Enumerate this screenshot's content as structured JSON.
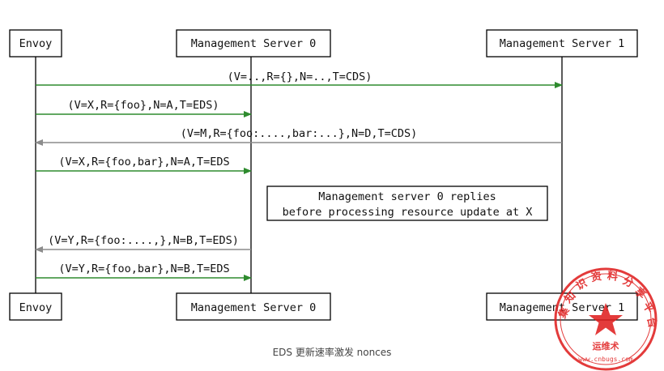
{
  "participants": {
    "envoy": "Envoy",
    "ms0": "Management Server 0",
    "ms1": "Management Server 1"
  },
  "messages": [
    {
      "label": "(V=..,R={},N=..,T=CDS)",
      "from": "envoy",
      "to": "ms1",
      "color": "#2e8b2e"
    },
    {
      "label": "(V=X,R={foo},N=A,T=EDS)",
      "from": "envoy",
      "to": "ms0",
      "color": "#2e8b2e"
    },
    {
      "label": "(V=M,R={foo:....,bar:...},N=D,T=CDS)",
      "from": "ms1",
      "to": "envoy",
      "color": "#8c8c8c"
    },
    {
      "label": "(V=X,R={foo,bar},N=A,T=EDS",
      "from": "envoy",
      "to": "ms0",
      "color": "#2e8b2e"
    },
    {
      "label": "(V=Y,R={foo:....,},N=B,T=EDS)",
      "from": "ms0",
      "to": "envoy",
      "color": "#8c8c8c"
    },
    {
      "label": "(V=Y,R={foo,bar},N=B,T=EDS",
      "from": "envoy",
      "to": "ms0",
      "color": "#2e8b2e"
    }
  ],
  "note": {
    "line1": "Management server 0 replies",
    "line2": "before processing resource update at X"
  },
  "caption": "EDS 更新速率激发 nonces",
  "stamp": {
    "top_text": "集知识资料分享平台",
    "bottom_text": "运维术",
    "url": "www.cnbugs.com",
    "color": "#e02020"
  },
  "colors": {
    "request_arrow": "#2e8b2e",
    "response_arrow": "#8c8c8c"
  }
}
